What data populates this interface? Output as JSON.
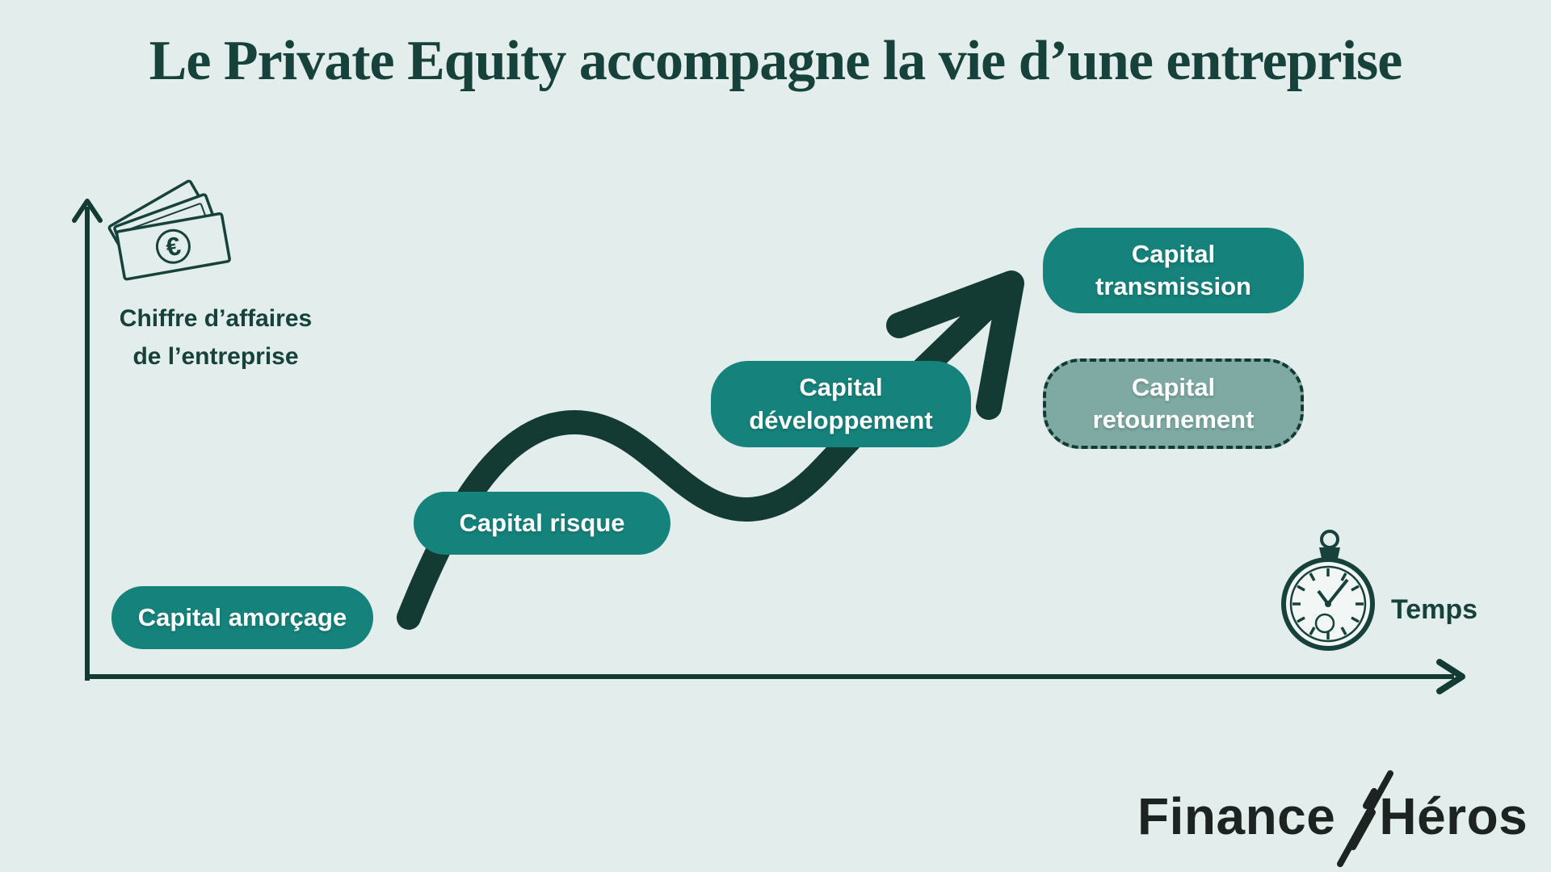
{
  "title": "Le Private Equity accompagne la vie d’une entreprise",
  "colors": {
    "background": "#e3eeec",
    "dark_teal": "#17413b",
    "curve": "#143a34",
    "pill_solid": "#15837c",
    "pill_muted": "#7faaa4",
    "pill_text": "#ffffff",
    "logo_black": "#1d2321"
  },
  "axes": {
    "y_label_line1": "Chiffre d’affaires",
    "y_label_line2": "de l’entreprise",
    "x_label": "Temps"
  },
  "stages": [
    {
      "label": "Capital amorçage",
      "style": "solid"
    },
    {
      "label": "Capital risque",
      "style": "solid"
    },
    {
      "label": "Capital développement",
      "style": "solid"
    },
    {
      "label": "Capital transmission",
      "style": "solid"
    },
    {
      "label": "Capital retournement",
      "style": "dashed"
    }
  ],
  "icons": {
    "money": "euro-banknotes-icon",
    "clock": "pocket-watch-icon",
    "euro_symbol": "€"
  },
  "logo": {
    "part1": "Finance",
    "part2": "Héros"
  }
}
